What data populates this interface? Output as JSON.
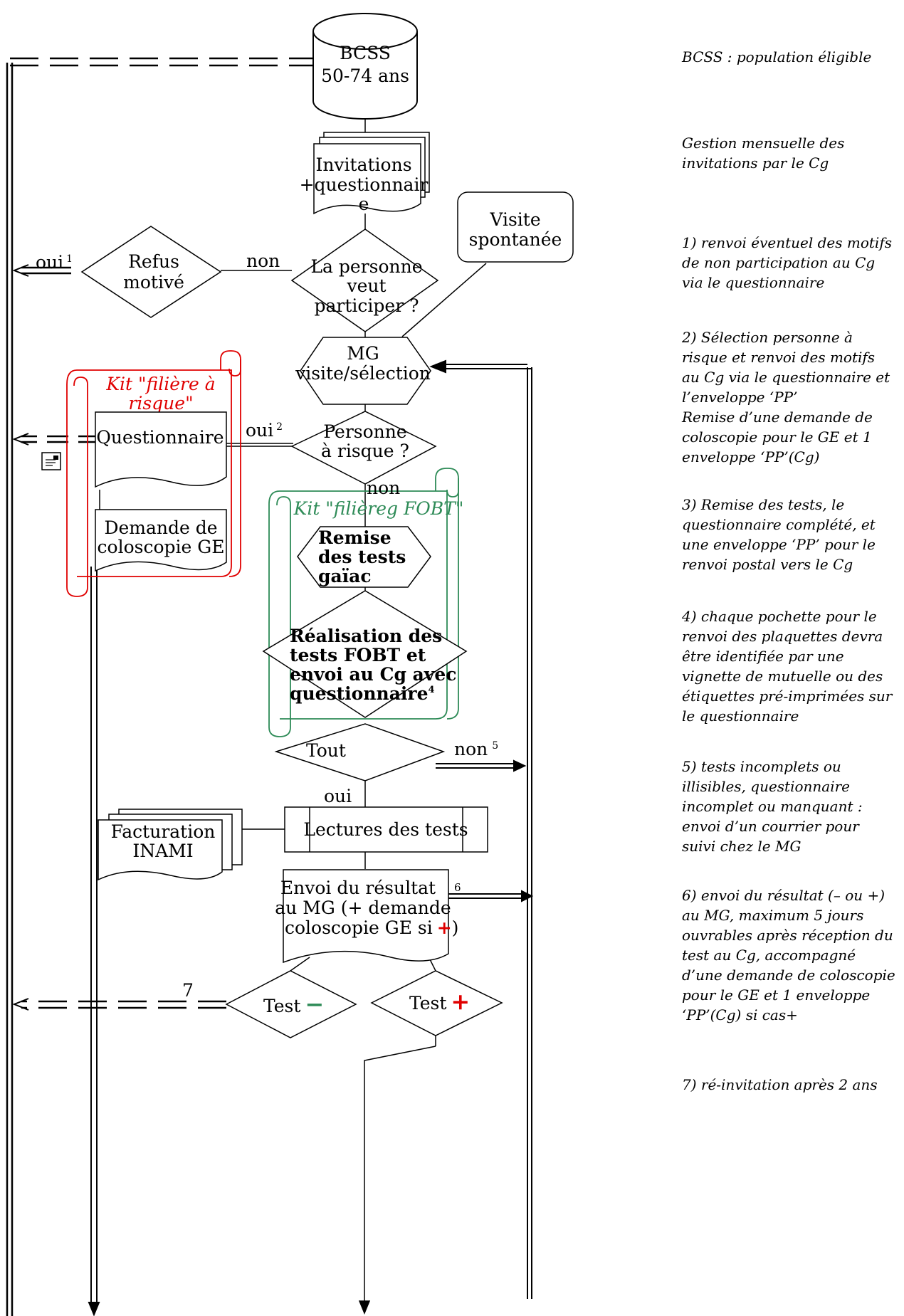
{
  "colors": {
    "red": "#e00000",
    "green": "#1a7a1a",
    "teal": "#2e8b57",
    "black": "#000000"
  },
  "nodes": {
    "bcss_line1": "BCSS",
    "bcss_line2": "50-74 ans",
    "invitations_line1": "Invitations",
    "invitations_line2": "+questionnair",
    "invitations_line3": "e",
    "visite_line1": "Visite",
    "visite_line2": "spontanée",
    "refus_line1": "Refus",
    "refus_line2": "motivé",
    "veut_line1": "La personne",
    "veut_line2": "veut",
    "veut_line3": "participer ?",
    "mg_line1": "MG",
    "mg_line2": "visite/sélection",
    "risque_line1": "Personne",
    "risque_line2": "à risque ?",
    "kit_risque_line1": "Kit \"filière à",
    "kit_risque_line2": "risque\"",
    "questionnaire": "Questionnaire",
    "demande_line1": "Demande de",
    "demande_line2": "coloscopie GE",
    "kit_fobt": "Kit \"filièreg FOBT\"",
    "remise_line1": "Remise",
    "remise_line2": "des tests",
    "remise_line3": "gaïac",
    "real_line1": "Réalisation des",
    "real_line2": "tests FOBT et",
    "real_line3": "envoi au Cg avec",
    "real_line4": "questionnaire",
    "real_sup": "4",
    "tout": "Tout",
    "facturation_line1": "Facturation",
    "facturation_line2": "INAMI",
    "lectures": "Lectures des tests",
    "envoi_line1": "Envoi du résultat",
    "envoi_line2": "au MG (+ demande",
    "envoi_line3": "coloscopie GE si",
    "envoi_close": ")",
    "plus_sign": "+",
    "test_label": "Test",
    "test_minus_sign": "−",
    "test_plus_sign": "+"
  },
  "edges": {
    "oui1": "oui",
    "oui1_sup": "1",
    "non_refus": "non",
    "oui2": "oui",
    "oui2_sup": "2",
    "non_risque": "non",
    "non5": "non",
    "non5_sup": "5",
    "oui_tout": "oui",
    "six": "6",
    "seven": "7"
  },
  "notes": [
    {
      "id": "bcss",
      "text": "BCSS : population éligible"
    },
    {
      "id": "gestion",
      "text": "Gestion mensuelle des invitations par le Cg"
    },
    {
      "id": "n1",
      "text": "1) renvoi éventuel des motifs de non participation au Cg via le questionnaire"
    },
    {
      "id": "n2a",
      "text": "2) Sélection personne à risque et renvoi des motifs au Cg via le questionnaire et l’enveloppe ‘PP’"
    },
    {
      "id": "n2b",
      "text": "Remise d’une demande de coloscopie pour le GE et 1 enveloppe ‘PP’(Cg)"
    },
    {
      "id": "n3",
      "text": "3) Remise des tests, le questionnaire complété, et une enveloppe ‘PP’ pour le renvoi postal vers le Cg"
    },
    {
      "id": "n4",
      "text": "4) chaque pochette pour le renvoi des plaquettes devra être identifiée par une vignette de mutuelle ou des étiquettes pré-imprimées sur le questionnaire"
    },
    {
      "id": "n5",
      "text": "5) tests incomplets ou illisibles, questionnaire incomplet ou manquant : envoi d’un courrier pour suivi chez le MG"
    },
    {
      "id": "n6",
      "text": "6) envoi du résultat (– ou +) au MG, maximum 5 jours ouvrables après réception du test au Cg, accompagné d’une demande de coloscopie pour le GE et  1 enveloppe ‘PP’(Cg) si cas+"
    },
    {
      "id": "n7",
      "text": "7) ré-invitation après 2 ans"
    }
  ]
}
